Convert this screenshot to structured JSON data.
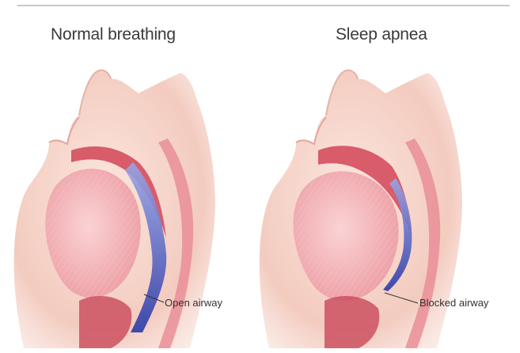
{
  "panels": [
    {
      "title": "Normal breathing",
      "airway_label": "Open airway"
    },
    {
      "title": "Sleep apnea",
      "airway_label": "Blocked airway"
    }
  ],
  "colors": {
    "skin": "#f6d6cc",
    "tongue": "#f0aeb2",
    "palate": "#d85c6a",
    "airway_blue": "#3f4fb8",
    "background": "#ffffff"
  }
}
